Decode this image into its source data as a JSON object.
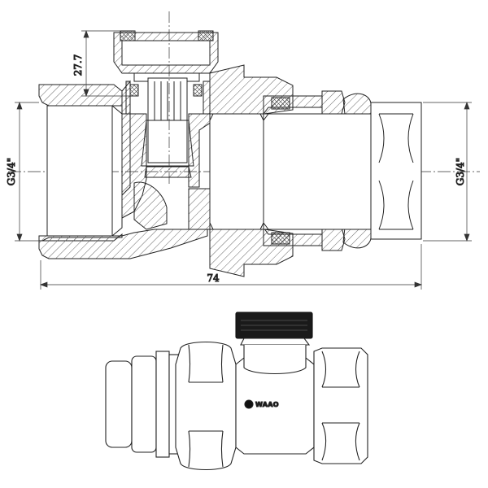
{
  "drawing": {
    "dimensions": {
      "overall_length": "74",
      "stem_height": "27.7",
      "left_thread": "G3/4\"",
      "right_thread": "G3/4\""
    }
  },
  "product_view": {
    "brand_logo": "WAAO",
    "cap_color": "#1a1a1a"
  }
}
